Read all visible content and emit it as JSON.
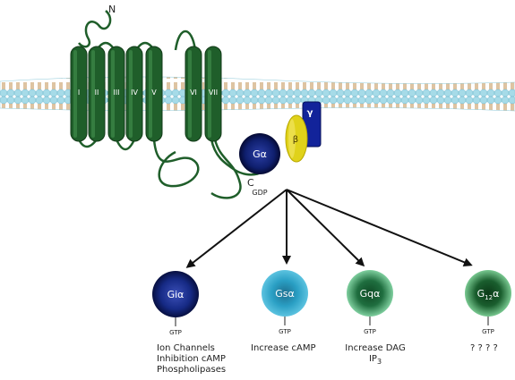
{
  "n_terminus": "N",
  "c_terminus": "C",
  "helices": [
    "I",
    "II",
    "III",
    "IV",
    "V",
    "VI",
    "VII"
  ],
  "heterotrimer": {
    "alpha": "Gα",
    "beta": "β",
    "gamma": "γ",
    "nucleotide": "GDP"
  },
  "effectors": [
    {
      "name": "Giα",
      "nucleotide": "GTP",
      "effect_lines": [
        "Ion Channels",
        "Inhibition cAMP",
        "Phospholipases"
      ],
      "color": "#0f1f6e"
    },
    {
      "name": "Gsα",
      "nucleotide": "GTP",
      "effect_lines": [
        "Increase cAMP"
      ],
      "color": "#2a9fc4"
    },
    {
      "name": "Gqα",
      "nucleotide": "GTP",
      "effect_lines": [
        "Increase DAG",
        "IP3"
      ],
      "color": "#1f6e3f"
    },
    {
      "name": "G12α",
      "nucleotide": "GTP",
      "effect_lines": [
        "? ? ? ?"
      ],
      "color": "#1a5e2e"
    }
  ],
  "colors": {
    "helix": "#1f5e2a",
    "helix_dark": "#123a18",
    "membrane_head": "#a6dbe8",
    "membrane_tail": "#c79b62",
    "beta": "#e0d21a",
    "gamma": "#12239a",
    "arrow": "#111111"
  }
}
